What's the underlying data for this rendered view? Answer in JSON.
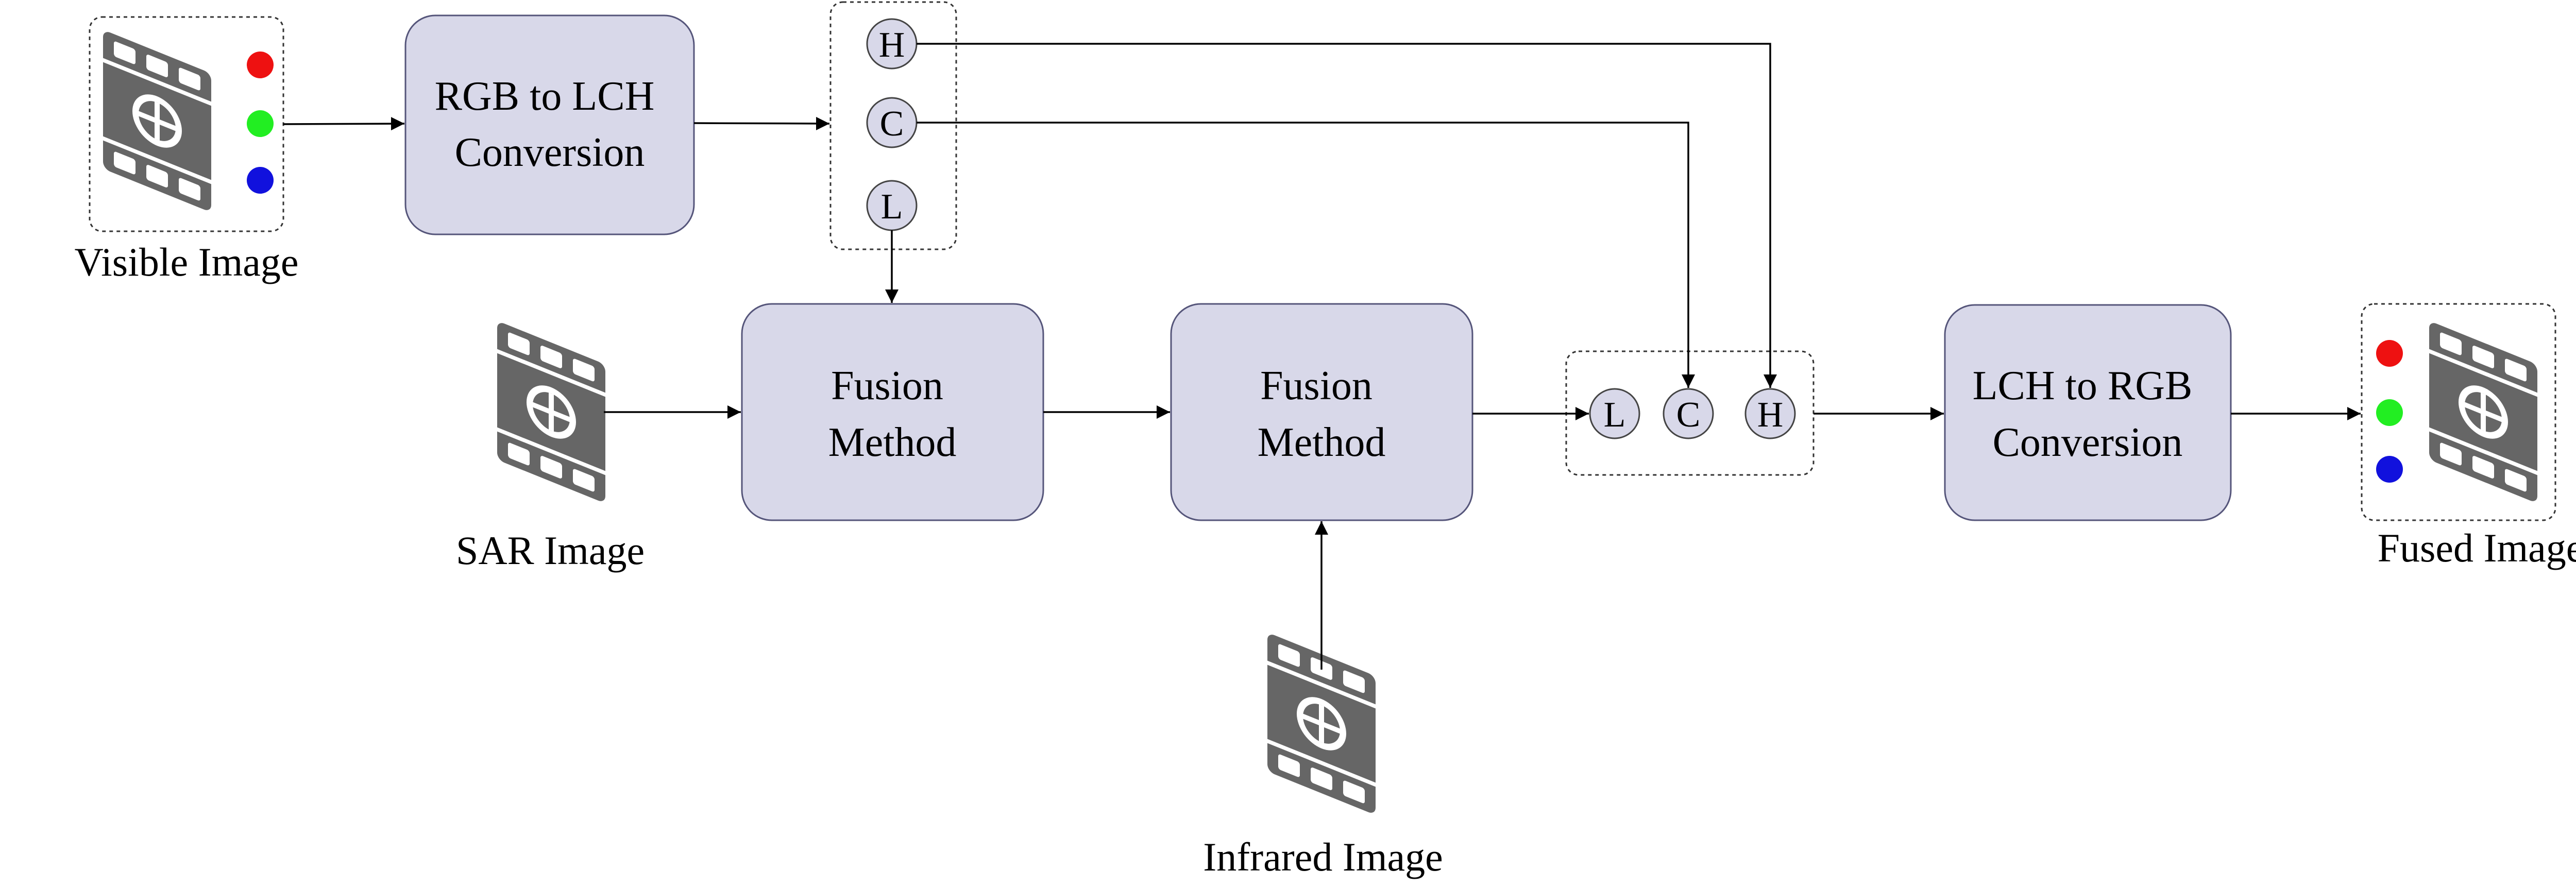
{
  "nodes": {
    "rgb_to_lch": [
      "RGB to LCH",
      "Conversion"
    ],
    "fusion_1": [
      "Fusion",
      "Method"
    ],
    "fusion_2": [
      "Fusion",
      "Method"
    ],
    "lch_to_rgb": [
      "LCH to RGB",
      "Conversion"
    ]
  },
  "captions": {
    "visible": "Visible Image",
    "sar": "SAR Image",
    "infrared": "Infrared Image",
    "fused": "Fused Image"
  },
  "channels_split": [
    "H",
    "C",
    "L"
  ],
  "channels_merge": [
    "L",
    "C",
    "H"
  ],
  "icons": {
    "film": "film-strip-icon",
    "dots": "rgb-dots-icon"
  },
  "colors": {
    "process_fill": "#d8d8e9",
    "dot_red": "#ee1111",
    "dot_green": "#22ee22",
    "dot_blue": "#1111dd",
    "film": "#666666"
  }
}
